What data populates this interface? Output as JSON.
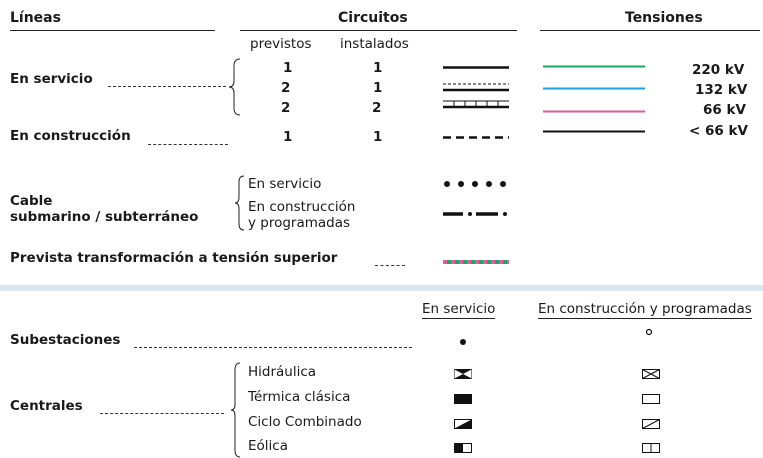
{
  "lineas": {
    "title": "Líneas",
    "circuitos": "Circuitos",
    "previstos": "previstos",
    "instalados": "instalados",
    "en_servicio": "En servicio",
    "en_construccion": "En construcción",
    "rows": [
      {
        "previstos": "1",
        "instalados": "1"
      },
      {
        "previstos": "2",
        "instalados": "1"
      },
      {
        "previstos": "2",
        "instalados": "2"
      },
      {
        "previstos": "1",
        "instalados": "1"
      }
    ],
    "cable_label_1": "Cable",
    "cable_label_2": "submarino / subterráneo",
    "cable_en_servicio": "En servicio",
    "cable_en_construccion_1": "En construcción",
    "cable_en_construccion_2": "y programadas",
    "prevista": "Prevista transformación a tensión superior"
  },
  "tensiones": {
    "title": "Tensiones",
    "items": [
      {
        "label": "220 kV",
        "color": "#1aa860"
      },
      {
        "label": "132 kV",
        "color": "#1ea2e0"
      },
      {
        "label": "66 kV",
        "color": "#e05aa5"
      },
      {
        "label": "< 66 kV",
        "color": "#111111"
      }
    ]
  },
  "instalaciones": {
    "col_en_servicio": "En servicio",
    "col_en_construccion": "En construcción y programadas",
    "subestaciones": "Subestaciones",
    "centrales": "Centrales",
    "tipos": [
      "Hidráulica",
      "Térmica clásica",
      "Ciclo Combinado",
      "Eólica"
    ]
  }
}
